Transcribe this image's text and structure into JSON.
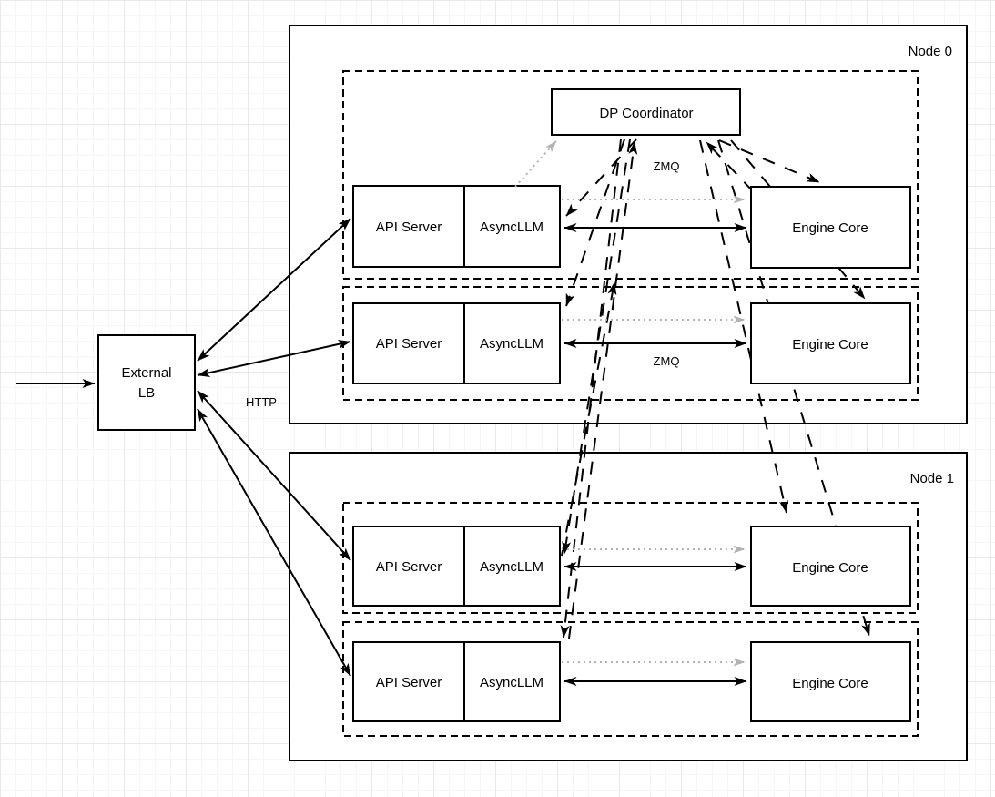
{
  "diagram": {
    "external_lb": {
      "label_lines": [
        "External",
        "LB"
      ]
    },
    "edge_labels": {
      "http": "HTTP",
      "zmq_coordinator": "ZMQ",
      "zmq_engine": "ZMQ"
    },
    "box_labels": {
      "api_server": "API Server",
      "asyncllm": "AsyncLLM",
      "engine_core": "Engine Core"
    },
    "nodes": [
      {
        "label": "Node 0",
        "coordinator_label": "DP Coordinator"
      },
      {
        "label": "Node 1"
      }
    ],
    "colors": {
      "stroke": "#000000",
      "gray_arrow": "#b3b3b3",
      "box_fill": "#ffffff",
      "background": "#ffffff"
    }
  }
}
